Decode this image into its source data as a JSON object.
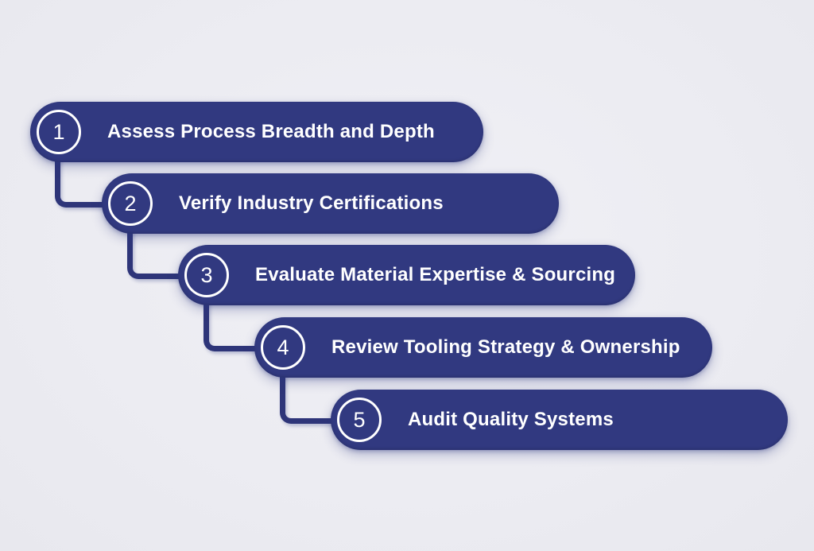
{
  "diagram": {
    "type": "stepped-process",
    "steps": [
      {
        "number": "1",
        "label": "Assess Process Breadth and Depth"
      },
      {
        "number": "2",
        "label": "Verify Industry Certifications"
      },
      {
        "number": "3",
        "label": "Evaluate Material Expertise & Sourcing"
      },
      {
        "number": "4",
        "label": "Review Tooling Strategy & Ownership"
      },
      {
        "number": "5",
        "label": "Audit Quality Systems"
      }
    ],
    "colors": {
      "pill": "#313980",
      "connector": "#2e3579",
      "text": "#ffffff",
      "badge_border": "#ffffff",
      "background": "#ececf2"
    }
  }
}
